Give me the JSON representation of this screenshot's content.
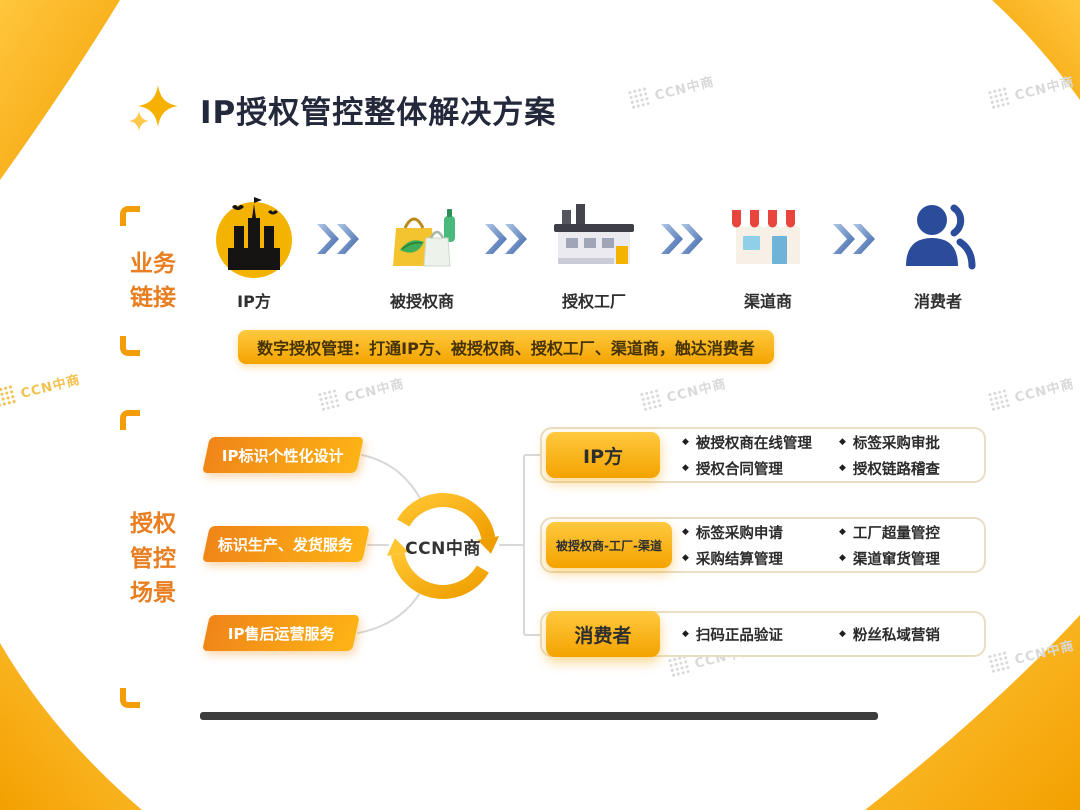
{
  "title": "IP授权管控整体解决方案",
  "watermark": {
    "text": "CCN中商"
  },
  "ui": {
    "bullet": "◆"
  },
  "colors": {
    "brand_yellow": "#F4A300",
    "brand_yellow_light": "#FFC93F",
    "accent_orange": "#E87E1F",
    "arrow_blue": "#3A64A8",
    "person_blue": "#2B4B9B",
    "dark_text": "#23283B"
  },
  "section1": {
    "label": "业务链接",
    "label_lines": [
      "业务",
      "链接"
    ],
    "flow": [
      {
        "label": "IP方",
        "icon": "castle-icon"
      },
      {
        "label": "被授权商",
        "icon": "shopping-bags-icon"
      },
      {
        "label": "授权工厂",
        "icon": "factory-icon"
      },
      {
        "label": "渠道商",
        "icon": "storefront-icon"
      },
      {
        "label": "消费者",
        "icon": "consumer-icon"
      }
    ],
    "banner": "数字授权管理：打通IP方、被授权商、授权工厂、渠道商，触达消费者"
  },
  "section2": {
    "label": "授权管控场景",
    "label_lines": [
      "授权",
      "管控",
      "场景"
    ],
    "ribbons": [
      "IP标识个性化设计",
      "标识生产、发货服务",
      "IP售后运营服务"
    ],
    "hub": "CCN中商",
    "groups": [
      {
        "title": "IP方",
        "col1": [
          "被授权商在线管理",
          "授权合同管理"
        ],
        "col2": [
          "标签采购审批",
          "授权链路稽查"
        ]
      },
      {
        "title": "被授权商-工厂-渠道",
        "col1": [
          "标签采购申请",
          "采购结算管理"
        ],
        "col2": [
          "工厂超量管控",
          "渠道窜货管理"
        ]
      },
      {
        "title": "消费者",
        "col1": [
          "扫码正品验证"
        ],
        "col2": [
          "粉丝私域营销"
        ]
      }
    ]
  }
}
